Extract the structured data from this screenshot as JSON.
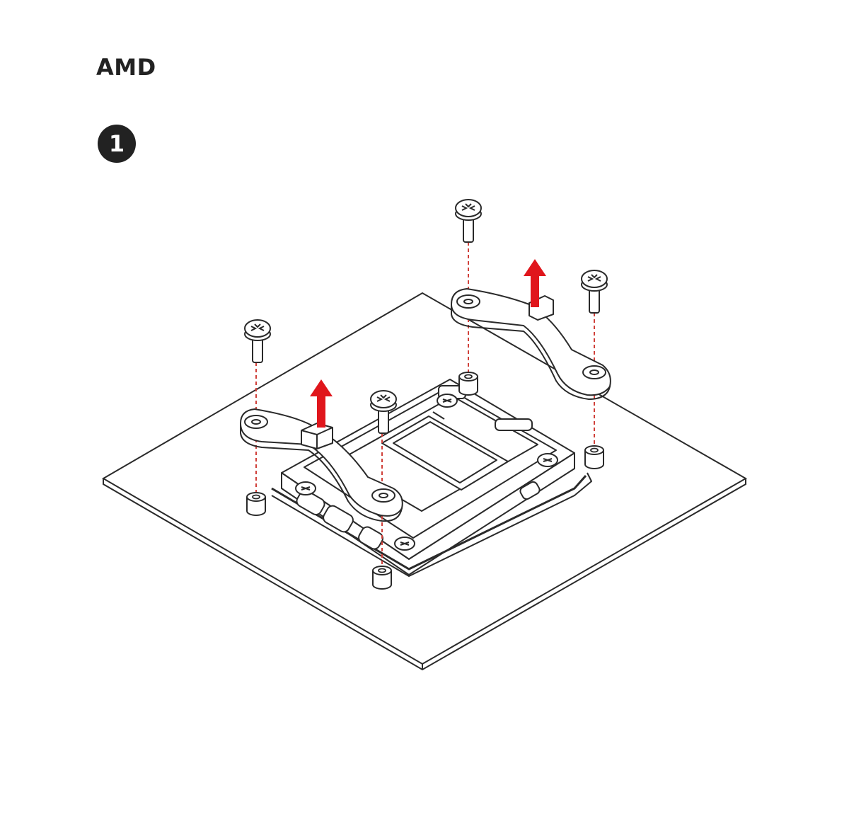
{
  "heading": "AMD",
  "step": {
    "number": "1"
  },
  "colors": {
    "line": "#2a2a2a",
    "arrow": "#e0161c",
    "guide": "#d0403a",
    "part_fill": "#ffffff",
    "badge": "#222222"
  },
  "parts": {
    "board": "motherboard",
    "socket": "amd-cpu-socket-retention-frame",
    "left_bracket": "stock-mounting-bracket",
    "right_bracket": "stock-mounting-bracket",
    "screws": [
      "screw",
      "screw",
      "screw",
      "screw"
    ],
    "standoffs": [
      "standoff",
      "standoff",
      "standoff",
      "standoff"
    ],
    "arrows": [
      "lift-arrow",
      "lift-arrow"
    ]
  }
}
